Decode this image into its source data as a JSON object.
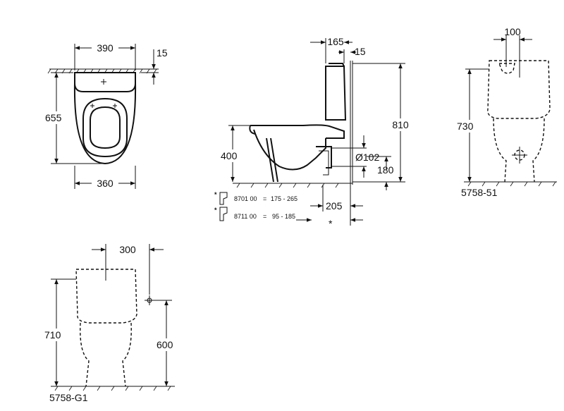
{
  "top_view": {
    "width_top": "390",
    "wall_gap": "15",
    "depth": "655",
    "width_bottom": "360"
  },
  "side_view": {
    "tank_depth": "165",
    "wall_gap": "15",
    "total_height": "810",
    "seat_height": "400",
    "outlet_diameter": "Ø102",
    "outlet_height": "180",
    "outlet_offset": "205",
    "star": "*",
    "legend": [
      {
        "marker": "*",
        "code": "8701 00",
        "eq": "=",
        "range": "175 -  265"
      },
      {
        "marker": "*",
        "code": "8711 00",
        "eq": "=",
        "range": "95 -  185"
      }
    ]
  },
  "front_view_51": {
    "inlet_offset": "100",
    "height": "730",
    "model": "5758-51"
  },
  "front_view_g1": {
    "inlet_offset": "300",
    "height": "710",
    "connection_height": "600",
    "model": "5758-G1"
  }
}
